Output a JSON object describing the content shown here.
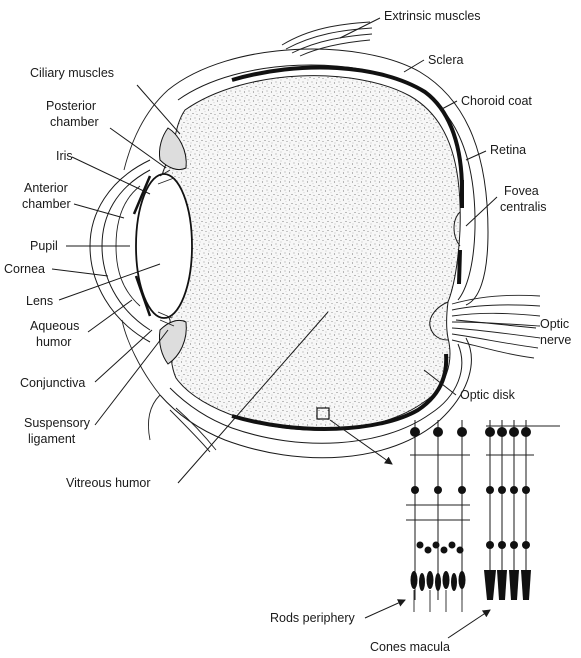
{
  "labels": {
    "extrinsic_muscles": "Extrinsic muscles",
    "ciliary_muscles": "Ciliary muscles",
    "sclera": "Sclera",
    "posterior_chamber_1": "Posterior",
    "posterior_chamber_2": "chamber",
    "choroid_coat": "Choroid coat",
    "iris": "Iris",
    "retina": "Retina",
    "anterior_chamber_1": "Anterior",
    "anterior_chamber_2": "chamber",
    "fovea_centralis_1": "Fovea",
    "fovea_centralis_2": "centralis",
    "pupil": "Pupil",
    "cornea": "Cornea",
    "lens": "Lens",
    "optic_nerve_1": "Optic",
    "optic_nerve_2": "nerve",
    "aqueous_humor_1": "Aqueous",
    "aqueous_humor_2": "humor",
    "conjunctiva": "Conjunctiva",
    "optic_disk": "Optic disk",
    "suspensory_ligament_1": "Suspensory",
    "suspensory_ligament_2": "ligament",
    "vitreous_humor": "Vitreous humor",
    "rods_periphery": "Rods periphery",
    "cones_macula": "Cones macula"
  }
}
